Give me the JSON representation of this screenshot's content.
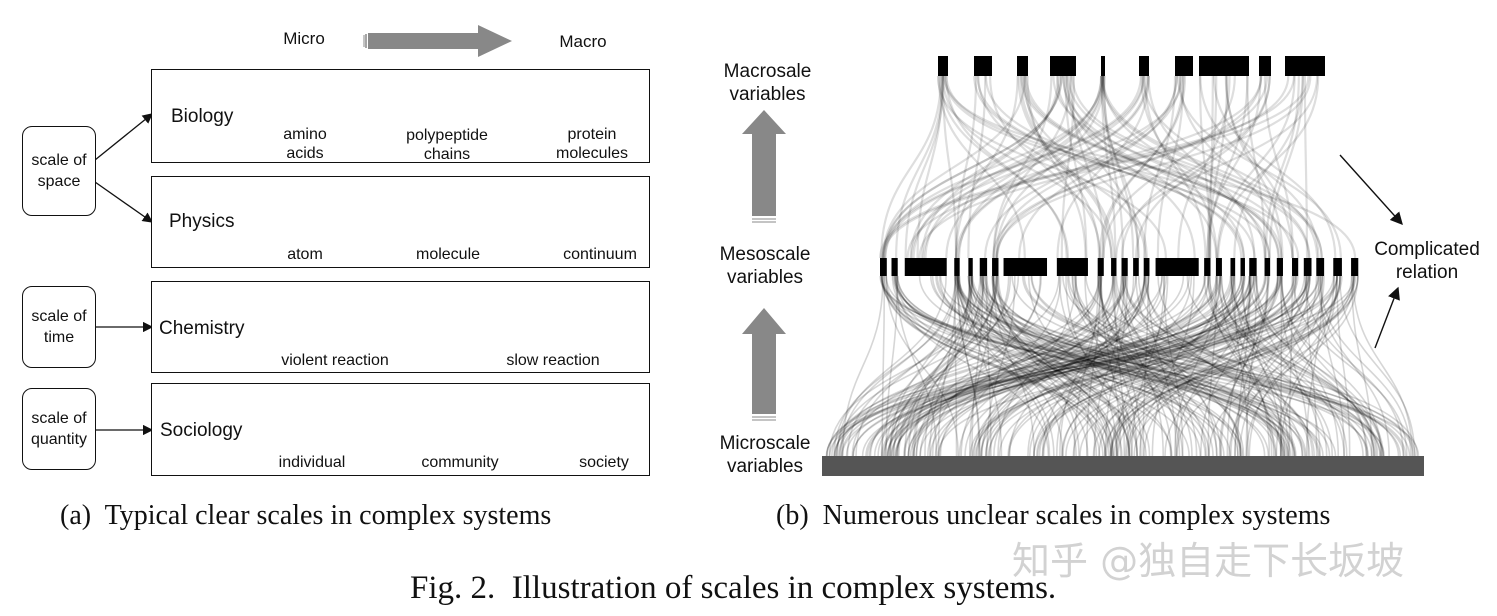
{
  "panel_a": {
    "micro_label": "Micro",
    "macro_label": "Macro",
    "scale_boxes": [
      "scale of\nspace",
      "scale of\ntime",
      "scale of\nquantity"
    ],
    "rows": [
      {
        "domain": "Biology",
        "items": [
          "amino\nacids",
          "polypeptide\nchains",
          "protein\nmolecules"
        ]
      },
      {
        "domain": "Physics",
        "items": [
          "atom",
          "molecule",
          "continuum"
        ]
      },
      {
        "domain": "Chemistry",
        "items": [
          "violent reaction",
          "slow reaction"
        ]
      },
      {
        "domain": "Sociology",
        "items": [
          "individual",
          "community",
          "society"
        ]
      }
    ],
    "caption": "(a)  Typical clear scales in complex systems"
  },
  "panel_b": {
    "macro_label": "Macrosale\nvariables",
    "meso_label": "Mesoscale\nvariables",
    "micro_label": "Microscale\nvariables",
    "relation_label": "Complicated\nrelation",
    "caption": "(b)  Numerous unclear scales in complex systems"
  },
  "watermark": "知乎 @独自走下长坂坡",
  "figure_caption": "Fig. 2.  Illustration of scales in complex systems.",
  "colors": {
    "arrow_gray": "#8a8a8a",
    "line_gray": "#000000",
    "bar_black": "#000000"
  }
}
